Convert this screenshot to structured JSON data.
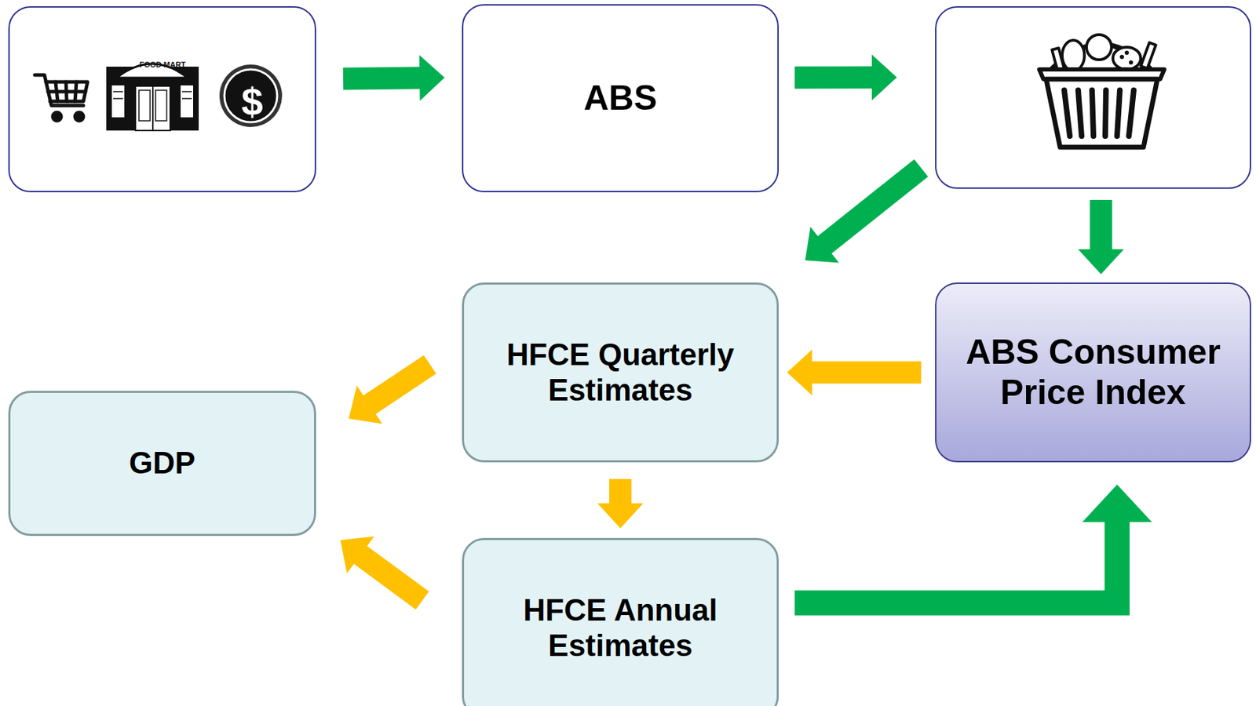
{
  "diagram": {
    "nodes": [
      {
        "text": [
          "FOOD MART",
          "$"
        ]
      },
      {
        "text": [
          "ABS"
        ]
      },
      {
        "text": []
      },
      {
        "text": [
          "HFCE Quarterly Estimates"
        ]
      },
      {
        "text": [
          "ABS Consumer Price Index"
        ]
      },
      {
        "text": [
          "GDP"
        ]
      },
      {
        "text": [
          "HFCE Annual Estimates"
        ]
      }
    ],
    "edges": [
      {
        "from": 0,
        "to": 1,
        "arrow": "to"
      },
      {
        "from": 1,
        "to": 2,
        "arrow": "to"
      },
      {
        "from": 2,
        "to": 3,
        "arrow": "to"
      },
      {
        "from": 2,
        "to": 4,
        "arrow": "to"
      },
      {
        "from": 4,
        "to": 3,
        "arrow": "to"
      },
      {
        "from": 3,
        "to": 5,
        "arrow": "to"
      },
      {
        "from": 3,
        "to": 6,
        "arrow": "to"
      },
      {
        "from": 6,
        "to": 5,
        "arrow": "to"
      },
      {
        "from": 6,
        "to": 4,
        "arrow": "to"
      }
    ]
  }
}
